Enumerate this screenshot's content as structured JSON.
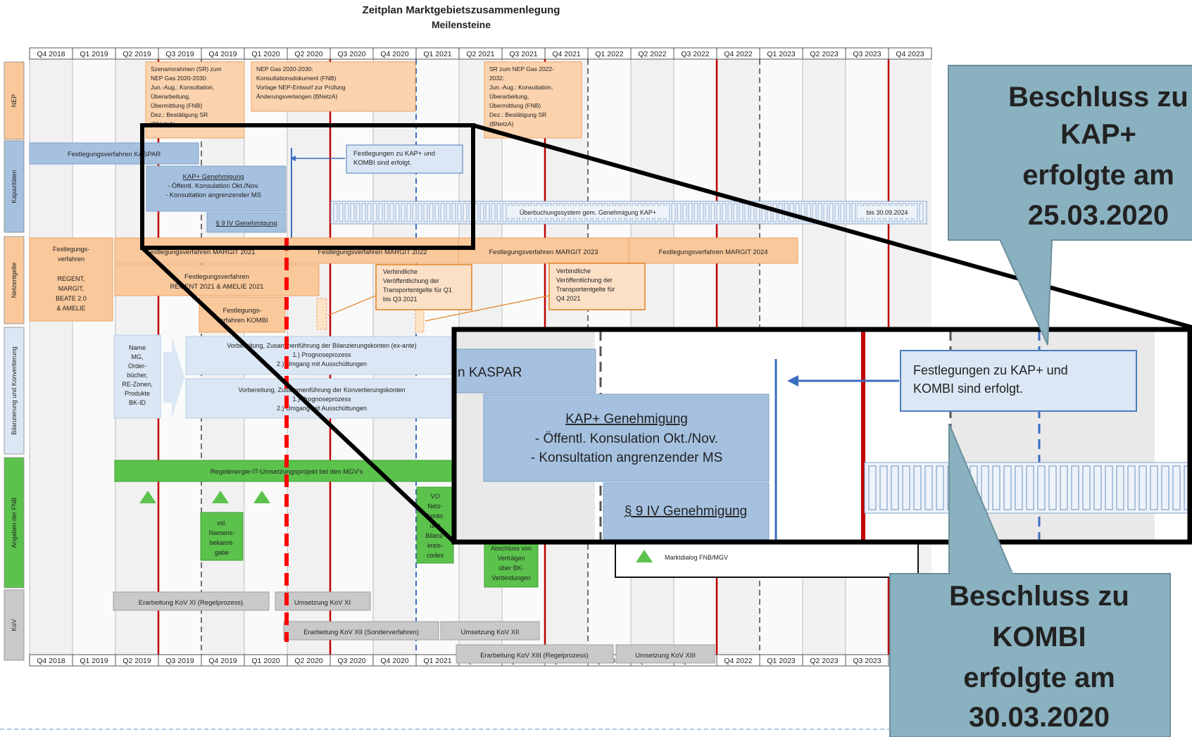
{
  "title": {
    "line1": "Zeitplan  Marktgebietszusammenlegung",
    "line2": "Meilensteine"
  },
  "quarters": [
    "Q4 2018",
    "Q1 2019",
    "Q2 2019",
    "Q3 2019",
    "Q4 2019",
    "Q1 2020",
    "Q2 2020",
    "Q3 2020",
    "Q4 2020",
    "Q1 2021",
    "Q2 2021",
    "Q3 2021",
    "Q4 2021",
    "Q1 2022",
    "Q2 2022",
    "Q3 2022",
    "Q4 2022",
    "Q1 2023",
    "Q2 2023",
    "Q3 2023",
    "Q4 2023"
  ],
  "rows": [
    "NEP",
    "Kapazitäten",
    "Netzentgelte",
    "Bilanzierung und Konvertierung",
    "Angaben der FNB",
    "KoV"
  ],
  "nep": {
    "box1": [
      "Szenariorahmen (SR) zum",
      "NEP Gas 2020-2030:",
      "Jun.-Aug.: Konsultation,",
      "Überarbeitung,",
      "Übermittlung  (FNB)",
      "Dez.: Bestätigung SR",
      "(BNetzA)"
    ],
    "box2": [
      "NEP Gas 2020-2030:",
      "Konsultationsdokument (FNB)",
      "Vorlage NEP-Entwurf zur Prüfung",
      "Änderungsverlangen (BNetzA)"
    ],
    "box3": [
      "SR zum NEP Gas 2022-",
      "2032:",
      "Jun.-Aug.: Konsultation,",
      "Überarbeitung,",
      "Übermittlung  (FNB)",
      "Dez.: Bestätigung SR",
      "(BNetzA)"
    ]
  },
  "kap": {
    "kaspar": "Festlegungsverfahren KASPAR",
    "genehmigung_title": "KAP+ Genehmigung",
    "genehmigung_l1": "- Öffentl. Konsulation Okt./Nov.",
    "genehmigung_l2": "- Konsultation angrenzender MS",
    "para": "§ 9 IV Genehmigung",
    "festlegungen_l1": "Festlegungen zu KAP+ und",
    "festlegungen_l2": "KOMBI sind erfolgt.",
    "ueberbuchung": "Überbuchungssystem gem. Genehmigung KAP+",
    "bis": "bis 30.09.2024"
  },
  "netz": {
    "left": [
      "Festlegungs-",
      "verfahren",
      "",
      "REGENT,",
      "MARGIT,",
      "BEATE 2.0",
      "& AMELIE"
    ],
    "margit2021": "Festlegungsverfahren MARGIT 2021",
    "margit2022": "Festlegungsverfahren MARGIT 2022",
    "margit2023": "Festlegungsverfahren MARGIT 2023",
    "margit2024": "Festlegungsverfahren MARGIT 2024",
    "regent": [
      "Festlegungsverfahren",
      "REGENT 2021 & AMELIE 2021"
    ],
    "kombi": [
      "Festlegungs-",
      "verfahren KOMBI"
    ],
    "verb1": [
      "Verbindliche",
      "Veröffentlichung der",
      "Transportentgelte für Q1",
      "bis Q3 2021"
    ],
    "verb2": [
      "Verbindliche",
      "Veröffentlichung der",
      "Transportentgelte für",
      "Q4 2021"
    ]
  },
  "bil": {
    "left": [
      "Name",
      "MG,",
      "Order-",
      "bücher,",
      "RE-Zonen,",
      "Produkte",
      "BK-ID"
    ],
    "bar1": [
      "Vorbereitung, Zusammenführung der Bilanzierungskonten (ex-ante)",
      "1.) Prognoseprozess",
      "2.) Umgang mit Ausschüttungen"
    ],
    "bar2": [
      "Vorbereitung, Zusammenführung der Konvertierungskonten",
      "1.) Prognoseprozess",
      "2.) Umgang mit Ausschüttungen"
    ]
  },
  "fnb": {
    "regelenergie": "Regelenergie-IT-Umsetzungsprojekt bei den MGV's",
    "namens": [
      "vsl.",
      "Namens-",
      "bekannt-",
      "gabe"
    ],
    "vo": [
      "VO",
      "Netz-",
      "konto",
      "und",
      "Bilanz-",
      "kreis-",
      "codes"
    ],
    "abschluss": [
      "Abschluss von",
      "Verträgen",
      "über BK-",
      "Verbindungen"
    ],
    "legend": "Marktdialog FNB/MGV"
  },
  "kov": {
    "xi_regel": "Erarbeitung KoV XI (Regelprozess)",
    "xi_um": "Umsetzung KoV XI",
    "xii_sonder": "Erarbeitung KoV XII (Sonderverfahren)",
    "xii_um": "Umsetzung KoV XII",
    "xiii_regel": "Erarbeitung KoV XIII (Regelprozess)",
    "xiii_um": "Umsetzung KoV XIII"
  },
  "zoom": {
    "kaspar": "n KASPAR",
    "genehmigung_title": "KAP+ Genehmigung",
    "genehmigung_l1": "- Öffentl. Konsulation Okt./Nov.",
    "genehmigung_l2": "- Konsultation angrenzender MS",
    "para": "§ 9 IV Genehmigung",
    "festlegungen_l1": "Festlegungen zu KAP+ und",
    "festlegungen_l2": "KOMBI sind erfolgt."
  },
  "callout_top": [
    "Beschluss zu",
    "KAP+",
    "erfolgte am",
    "25.03.2020"
  ],
  "callout_bottom": [
    "Beschluss zu",
    "KOMBI",
    "erfolgte am",
    "30.03.2020"
  ],
  "colors": {
    "orange": "#f9c89b",
    "orange_dark": "#f4a46a",
    "blue": "#a6c1e0",
    "blue_light": "#dbe7f4",
    "green": "#5bc24c",
    "grey": "#c9c9c9",
    "red_line": "#c00000",
    "dash_red": "#ff0000",
    "callout": "#8ab1c0"
  }
}
